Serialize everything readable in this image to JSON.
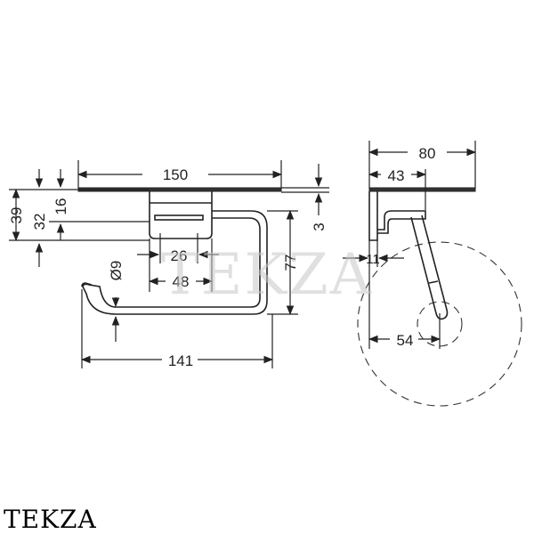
{
  "front_view": {
    "dim_width_top": "150",
    "dim_total_height": "39",
    "dim_body_height": "32",
    "dim_shelf_to_axis": "16",
    "dim_shelf_thickness": "3",
    "dim_bracket_height": "77",
    "dim_inner_width": "26",
    "dim_outer_width": "48",
    "dim_diameter": "Ø9",
    "dim_bottom_width": "141"
  },
  "side_view": {
    "dim_depth_total": "80",
    "dim_depth_mount": "43",
    "dim_gap": "11",
    "dim_roll_offset": "54"
  },
  "watermark_text": "TEKZA",
  "brand_text": "TEKZA"
}
